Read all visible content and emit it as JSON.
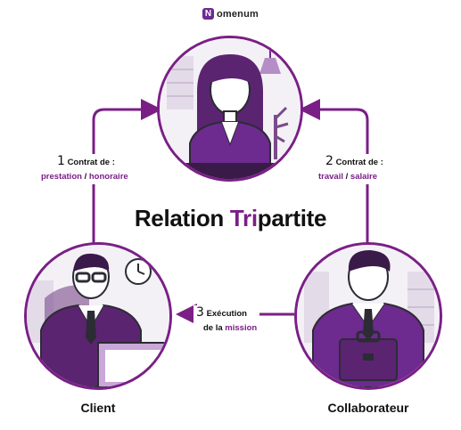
{
  "brand": {
    "icon": "N",
    "name": "omenum"
  },
  "title": {
    "prefix": "Relation ",
    "highlight": "Tri",
    "suffix": "partite"
  },
  "steps": [
    {
      "number": "1",
      "label": "Contrat de :",
      "detail_a": "prestation",
      "separator": " /  ",
      "detail_b": "honoraire"
    },
    {
      "number": "2",
      "label": "Contrat de :",
      "detail_a": "travail",
      "separator": " /  ",
      "detail_b": "salaire"
    },
    {
      "number": "3",
      "label": "Exécution",
      "line2_prefix": "de la ",
      "line2_highlight": "mission"
    }
  ],
  "roles": {
    "client": "Client",
    "collaborateur": "Collaborateur"
  },
  "colors": {
    "accent": "#7a1f86",
    "light": "#c9a7d8",
    "dark": "#2c2c34"
  },
  "icons": [
    "arrow-icon",
    "woman-illustration",
    "client-illustration",
    "collaborator-illustration"
  ]
}
